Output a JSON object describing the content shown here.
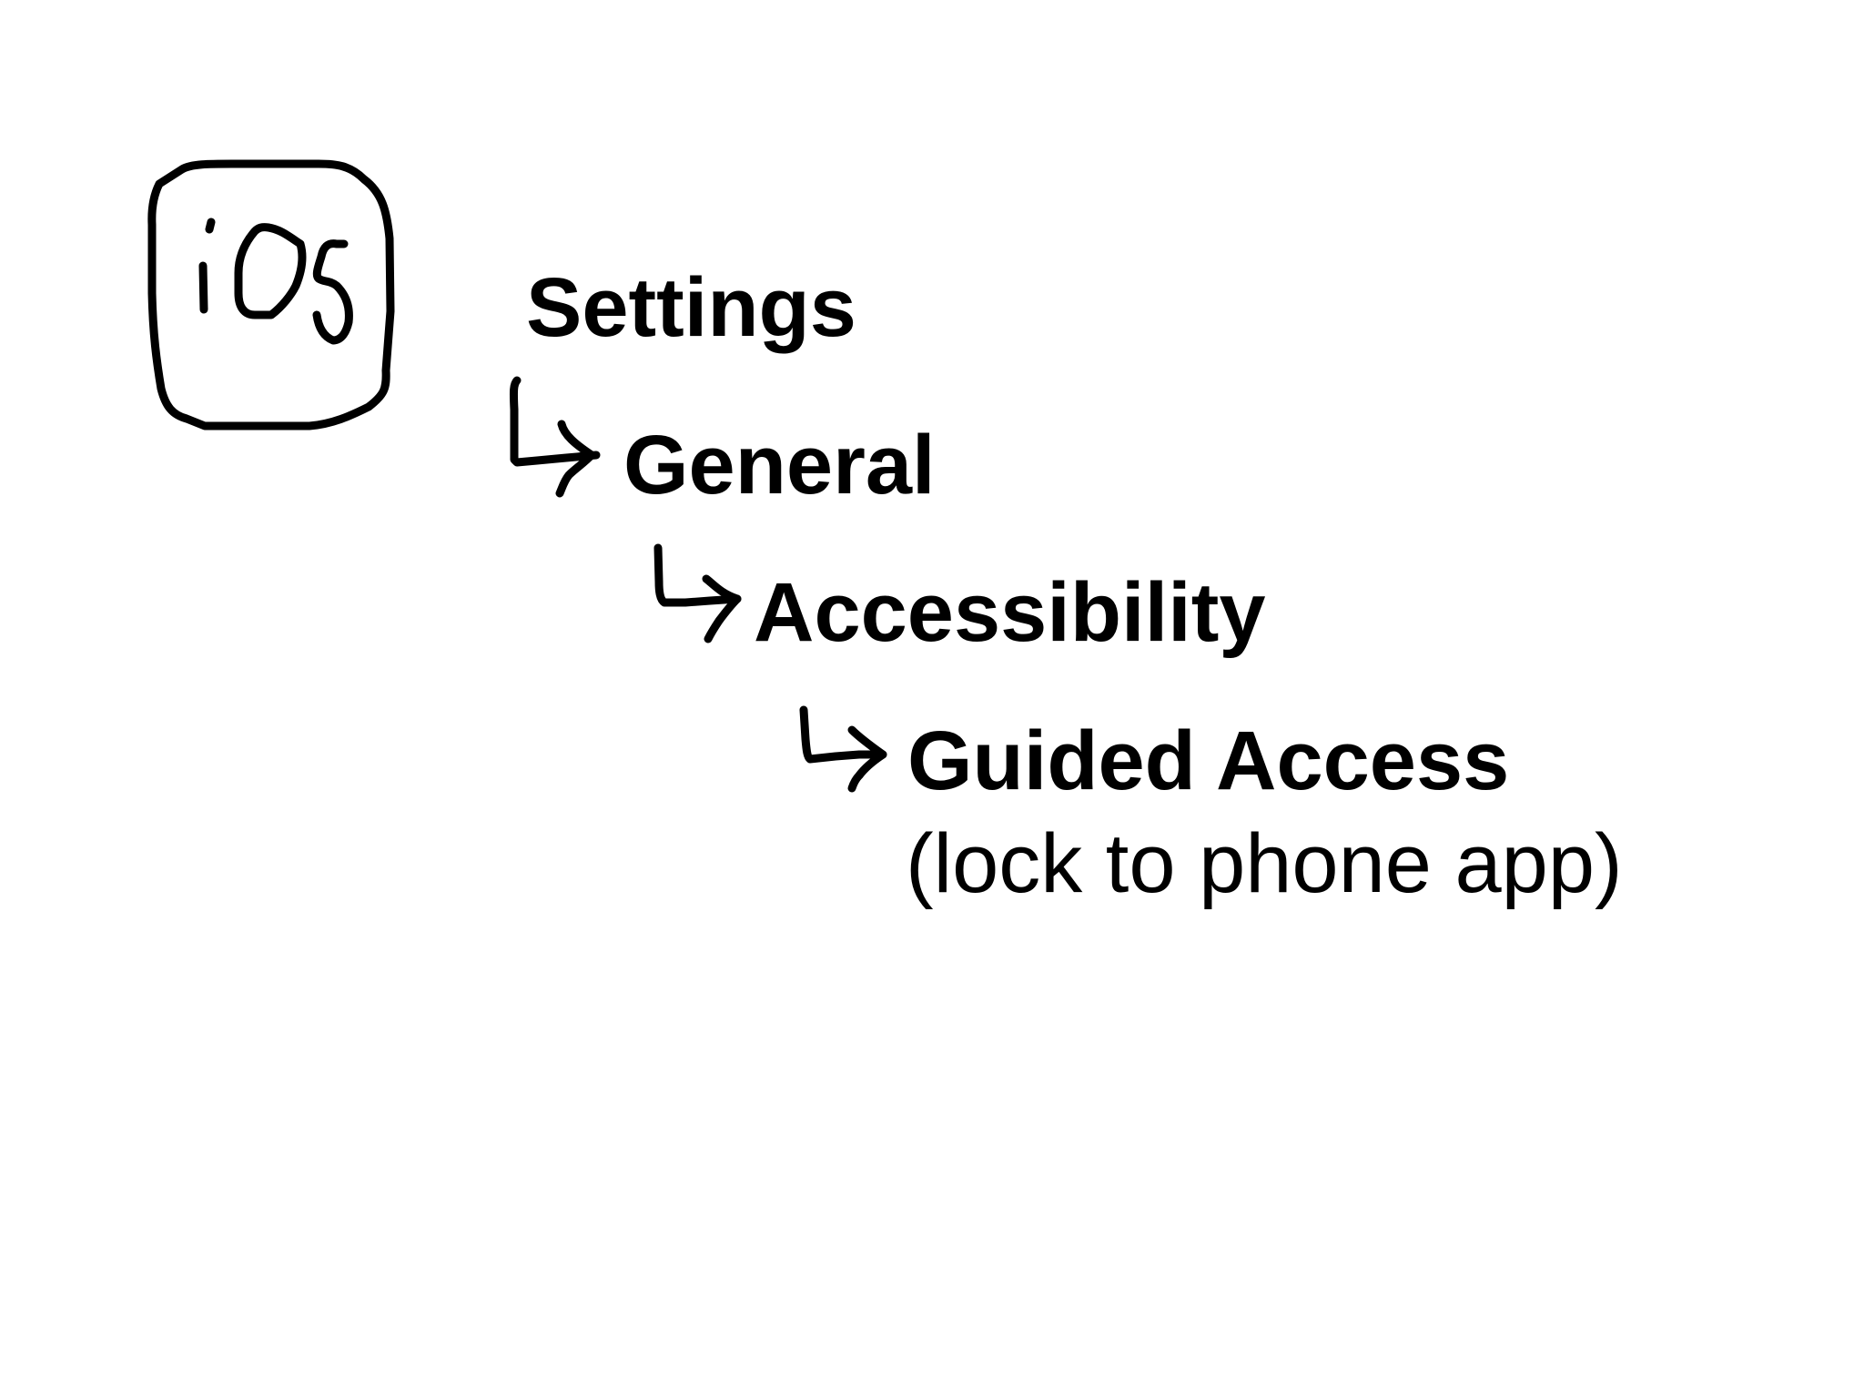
{
  "logo": {
    "text": "iOS",
    "icon": "ios-logo-icon"
  },
  "path": {
    "steps": [
      {
        "label": "Settings"
      },
      {
        "label": "General"
      },
      {
        "label": "Accessibility"
      },
      {
        "label": "Guided Access",
        "note": "(lock to phone app)"
      }
    ]
  },
  "colors": {
    "ink": "#000000",
    "background": "#ffffff"
  }
}
